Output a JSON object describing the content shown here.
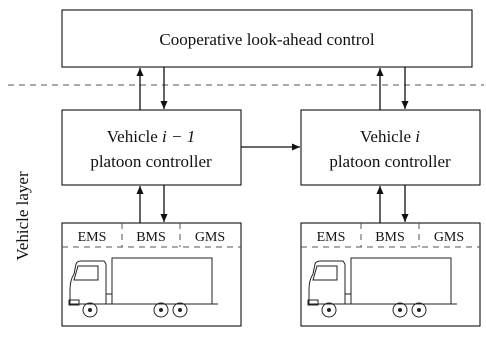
{
  "top_box": {
    "label": "Cooperative look-ahead control"
  },
  "layer_label": "Vehicle layer",
  "controllers": [
    {
      "line1_prefix": "Vehicle ",
      "line1_var": "i − 1",
      "line2": "platoon controller"
    },
    {
      "line1_prefix": "Vehicle ",
      "line1_var": "i",
      "line2": "platoon controller"
    }
  ],
  "subsystems": [
    [
      "EMS",
      "BMS",
      "GMS"
    ],
    [
      "EMS",
      "BMS",
      "GMS"
    ]
  ],
  "colors": {
    "line": "#111111",
    "dashed": "#555555",
    "truck": "#222222"
  },
  "icons": [
    "truck-icon",
    "truck-icon"
  ]
}
